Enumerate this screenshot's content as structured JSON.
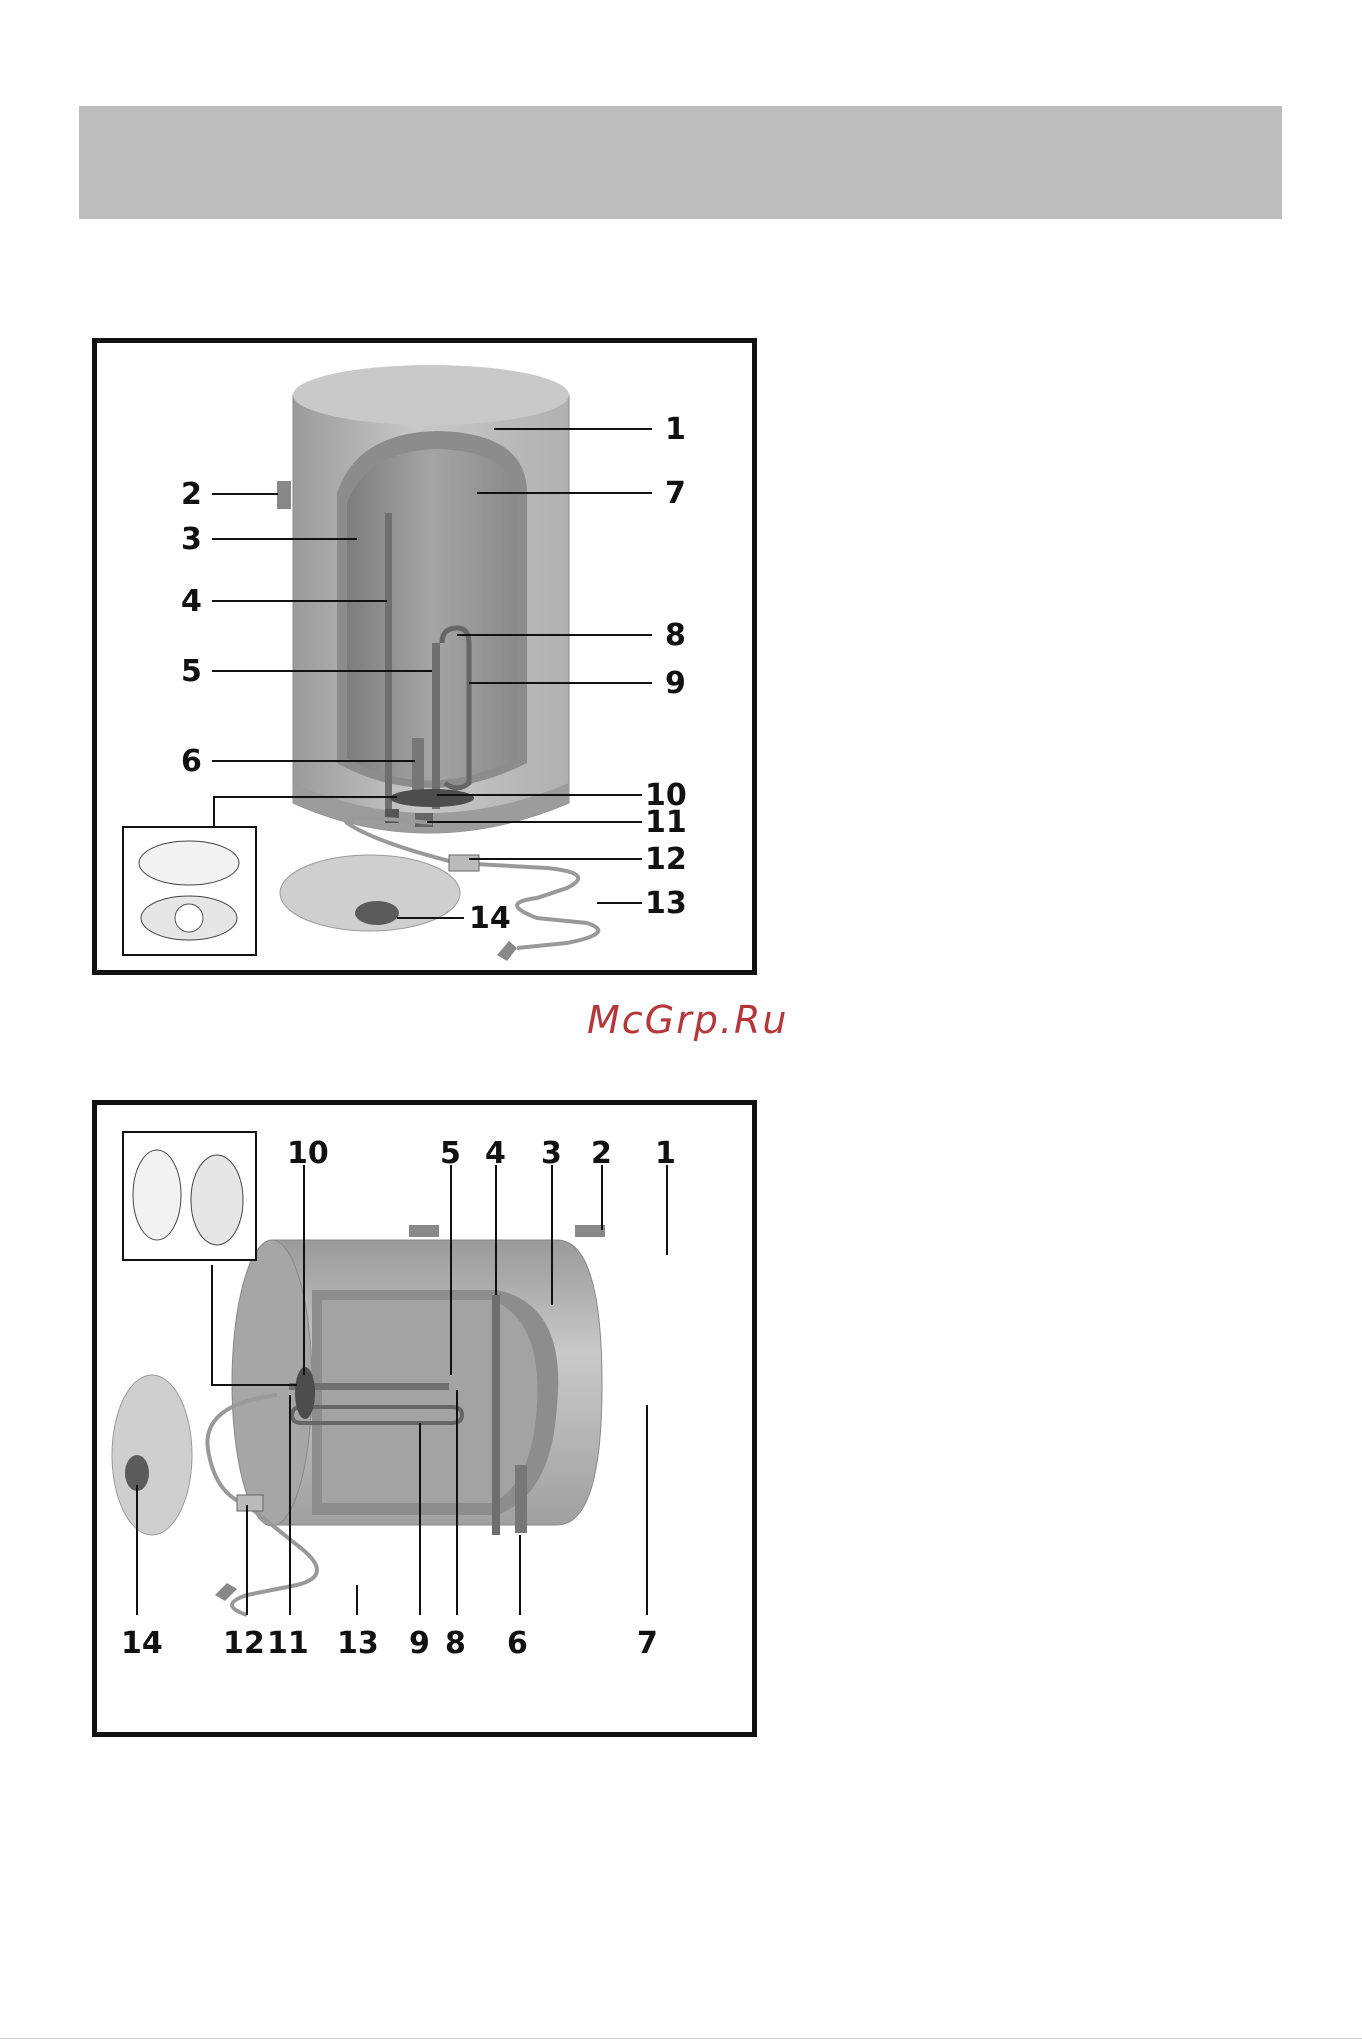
{
  "watermark": "McGrp.Ru",
  "figure_vertical": {
    "callouts": [
      "1",
      "2",
      "3",
      "4",
      "5",
      "6",
      "7",
      "8",
      "9",
      "10",
      "11",
      "12",
      "13",
      "14"
    ]
  },
  "figure_horizontal": {
    "top_callouts": [
      "10",
      "5",
      "4",
      "3",
      "2",
      "1"
    ],
    "bottom_callouts": [
      "14",
      "12",
      "11",
      "13",
      "9",
      "8",
      "6",
      "7"
    ]
  },
  "colors": {
    "header_band": "#bdbdbd",
    "watermark": "#b5373a",
    "tank": "#a9a9a9",
    "liner": "#8f8f8f"
  }
}
